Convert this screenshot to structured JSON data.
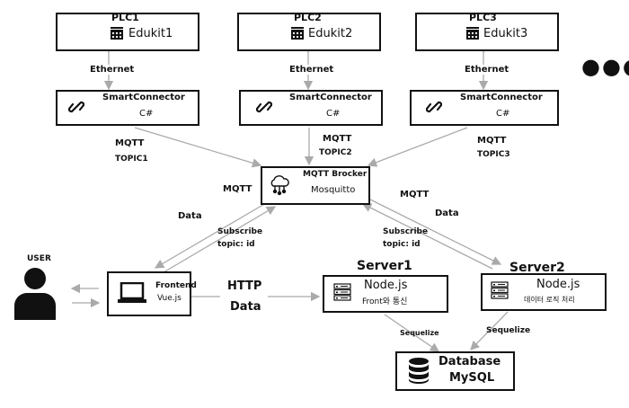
{
  "plcs": [
    {
      "plc": "PLC1",
      "edukit": "Edukit1",
      "ethernet": "Ethernet",
      "connector": "SmartConnector",
      "lang": "C#"
    },
    {
      "plc": "PLC2",
      "edukit": "Edukit2",
      "ethernet": "Ethernet",
      "connector": "SmartConnector",
      "lang": "C#"
    },
    {
      "plc": "PLC3",
      "edukit": "Edukit3",
      "ethernet": "Ethernet",
      "connector": "SmartConnector",
      "lang": "C#"
    }
  ],
  "ellipsis": "●●●",
  "mqtt_topics": [
    {
      "mqtt": "MQTT",
      "topic": "TOPIC1"
    },
    {
      "mqtt": "MQTT",
      "topic": "TOPIC2"
    },
    {
      "mqtt": "MQTT",
      "topic": "TOPIC3"
    }
  ],
  "broker": {
    "title": "MQTT Brocker",
    "name": "Mosquitto"
  },
  "left_link": {
    "mqtt": "MQTT",
    "data": "Data",
    "subscribe": "Subscribe",
    "topic": "topic: id"
  },
  "right_link": {
    "mqtt": "MQTT",
    "data": "Data",
    "subscribe": "Subscribe",
    "topic": "topic: id"
  },
  "user": {
    "label": "USER"
  },
  "frontend": {
    "title": "Frontend",
    "tech": "Vue.js"
  },
  "http": {
    "label": "HTTP",
    "data": "Data"
  },
  "server1": {
    "title": "Server1",
    "tech": "Node.js",
    "desc": "Front와 통신"
  },
  "server2": {
    "title": "Server2",
    "tech": "Node.js",
    "desc": "데이터 로직 처리"
  },
  "sequelize": {
    "left": "Sequelize",
    "right": "Sequelize"
  },
  "database": {
    "title": "Database",
    "engine": "MySQL"
  }
}
